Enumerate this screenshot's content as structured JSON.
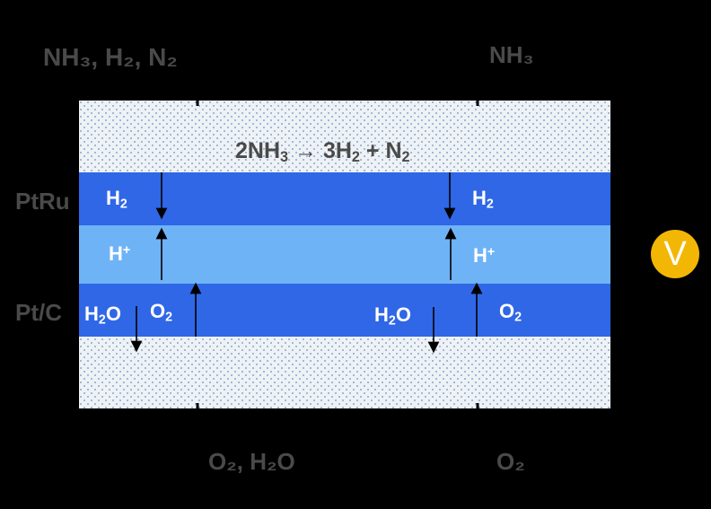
{
  "top_labels": {
    "left": "NH₃, H₂, N₂",
    "right": "NH₃"
  },
  "bottom_labels": {
    "left": "O₂, H₂O",
    "right": "O₂"
  },
  "side_labels": {
    "anode": "PtRu",
    "cathode": "Pt/C"
  },
  "reaction": {
    "part1": "2NH",
    "sub1": "3",
    "arrow": "→",
    "part2": " 3H",
    "sub2": "2",
    "part3": " + N",
    "sub3": "2"
  },
  "layers": {
    "anode": {
      "species": "H",
      "species_sub": "2",
      "color": "#2f67e6"
    },
    "membrane": {
      "species": "H",
      "species_sup": "+",
      "color": "#6fb3f7"
    },
    "cathode": {
      "water": "H",
      "water_sub": "2",
      "water_tail": "O",
      "oxygen": "O",
      "oxygen_sub": "2",
      "color": "#2f67e6"
    },
    "diffusion_color": "#eef2f5",
    "dot_color": "#6a8fc4"
  },
  "voltmeter": {
    "symbol": "V",
    "color": "#f2b705"
  }
}
